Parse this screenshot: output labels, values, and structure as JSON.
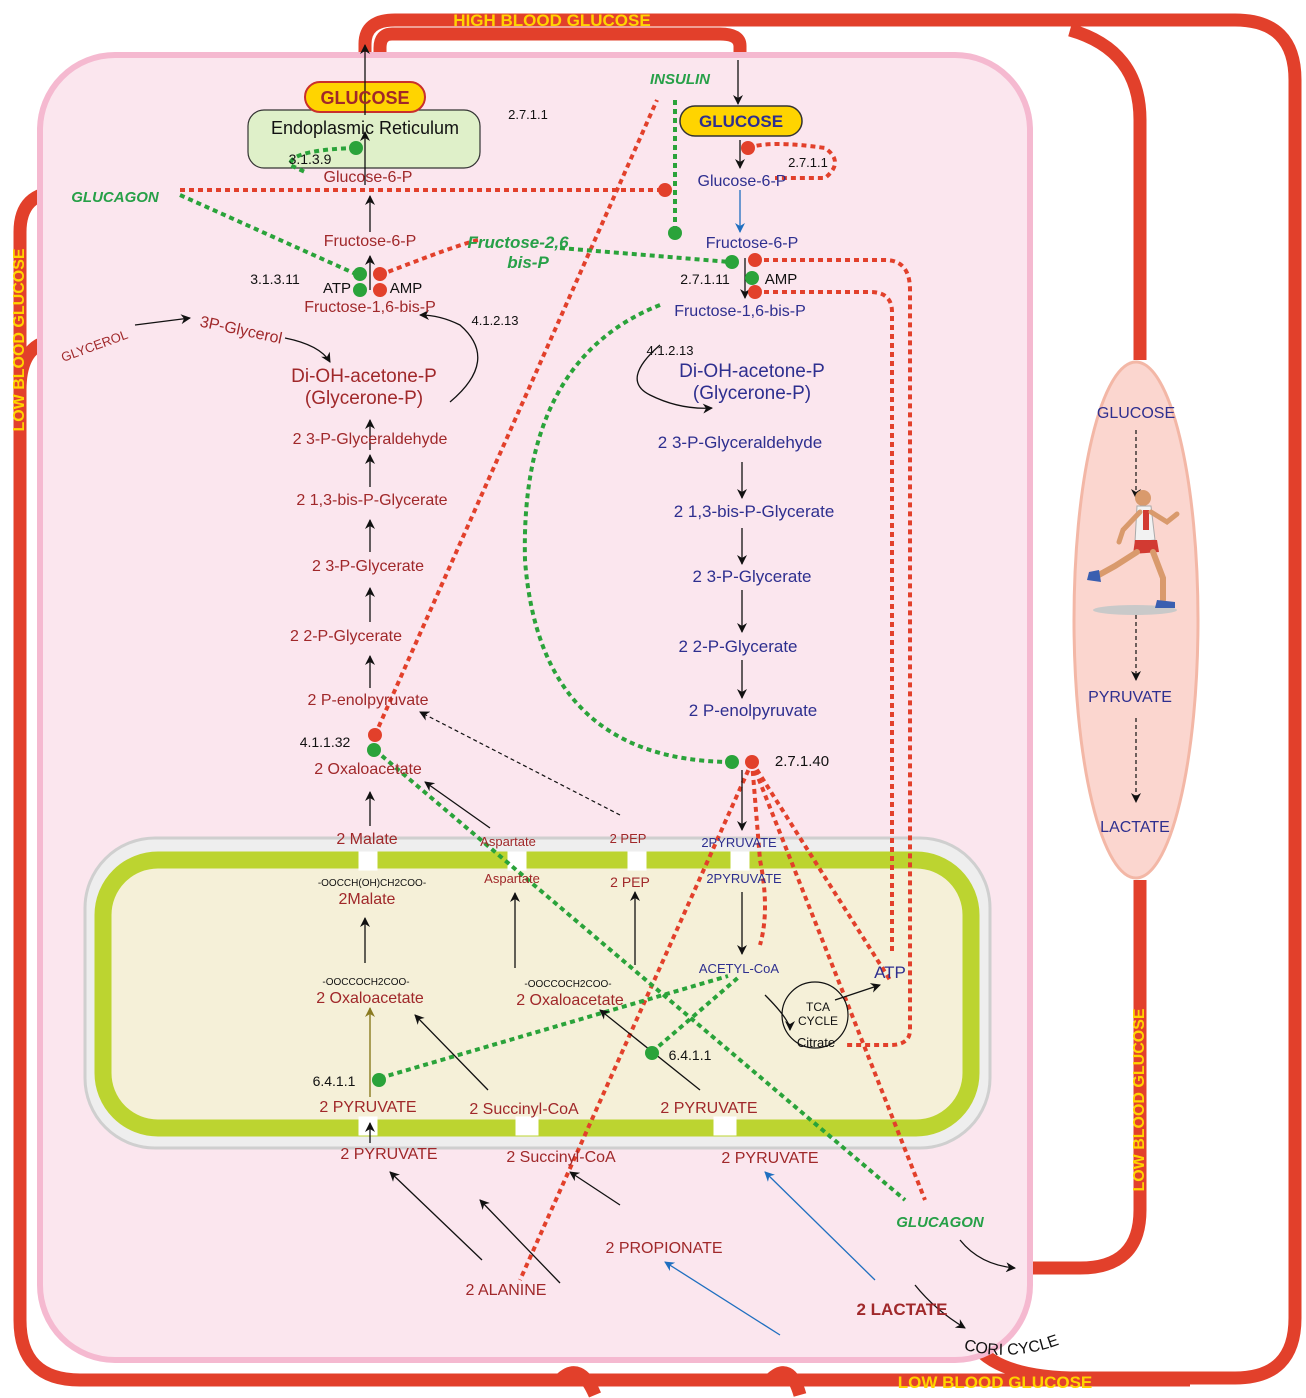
{
  "colors": {
    "blood_loop": "#e2402b",
    "cell": "#fbe6ee",
    "cell_border": "#f5b9d0",
    "mito_green": "#bcd430",
    "mito_fill": "#f5f0d8",
    "label_yellow": "#ffd400",
    "gluconeo_text": "#a0282a",
    "glycolysis_text": "#2e2f8f",
    "hormone_green": "#27a048",
    "muscle_fill": "#fbd6cf"
  },
  "icons": {
    "runner": "runner-figure-icon",
    "activator": "green-dot-icon",
    "inhibitor": "red-dot-icon"
  },
  "loop_labels": {
    "high_blood_glucose": "HIGH BLOOD GLUCOSE",
    "low_blood_glucose_left": "LOW BLOOD GLUCOSE",
    "low_blood_glucose_right": "LOW BLOOD GLUCOSE",
    "low_blood_glucose_bottom": "LOW BLOOD GLUCOSE",
    "cori_cycle": "CORI CYCLE"
  },
  "hormones": {
    "insulin": "INSULIN",
    "glucagon_left": "GLUCAGON",
    "glucagon_bottom": "GLUCAGON",
    "f26bp_line1": "Fructose-2,6",
    "f26bp_line2": "bis-P"
  },
  "gluconeogenesis": {
    "glucose": "GLUCOSE",
    "er": "Endoplasmic  Reticulum",
    "g6p": "Glucose-6-P",
    "f6p": "Fructose-6-P",
    "f16bp": "Fructose-1,6-bis-P",
    "atp": "ATP",
    "amp": "AMP",
    "glycerol": "GLYCEROL",
    "p3glycerol": "3P-Glycerol",
    "dhap1": "Di-OH-acetone-P",
    "dhap2": "(Glycerone-P)",
    "g3p": "2  3-P-Glyceraldehyde",
    "bpg": "2  1,3-bis-P-Glycerate",
    "pg3": "2  3-P-Glycerate",
    "pg2": "2  2-P-Glycerate",
    "pep": "2  P-enolpyruvate",
    "oaa": "2  Oxaloacetate",
    "malate": "2 Malate",
    "aspartate_out": "Aspartate",
    "pep_out": "2 PEP"
  },
  "glycolysis": {
    "glucose": "GLUCOSE",
    "g6p": "Glucose-6-P",
    "f6p": "Fructose-6-P",
    "amp": "AMP",
    "f16bp": "Fructose-1,6-bis-P",
    "dhap1": "Di-OH-acetone-P",
    "dhap2": "(Glycerone-P)",
    "g3p": "2  3-P-Glyceraldehyde",
    "bpg": "2  1,3-bis-P-Glycerate",
    "pg3": "2  3-P-Glycerate",
    "pg2": "2  2-P-Glycerate",
    "pep": "2  P-enolpyruvate",
    "pyruvate_out": "2PYRUVATE"
  },
  "enzymes": {
    "e3139": "3.1.3.9",
    "e2711_top": "2.7.1.1",
    "e2711_right": "2.7.1.1",
    "e31311": "3.1.3.11",
    "e27111": "2.7.1.11",
    "e41213_left": "4.1.2.13",
    "e41213_right": "4.1.2.13",
    "e41132": "4.1.1.32",
    "e27140": "2.7.1.40",
    "e6411_left": "6.4.1.1",
    "e6411_right": "6.4.1.1"
  },
  "mitochondrion": {
    "malate_formula": "-OOCCH(OH)CH2COO-",
    "malate": "2Malate",
    "aspartate": "Aspartate",
    "pep": "2 PEP",
    "pyruvate_in": "2PYRUVATE",
    "oaa_formula_left": "-OOCCOCH2COO-",
    "oaa_left": "2  Oxaloacetate",
    "oaa_formula_right": "-OOCCOCH2COO-",
    "oaa_right": "2 Oxaloacetate",
    "acetyl_coa": "ACETYL-CoA",
    "atp": "ATP",
    "tca1": "TCA",
    "tca2": "CYCLE",
    "citrate": "Citrate",
    "pyruvate_left": "2  PYRUVATE",
    "succinyl": "2 Succinyl-CoA",
    "pyruvate_right": "2 PYRUVATE"
  },
  "cytosol_bottom": {
    "pyruvate_left": "2  PYRUVATE",
    "succinyl": "2 Succinyl-CoA",
    "pyruvate_right": "2 PYRUVATE",
    "propionate": "2 PROPIONATE",
    "alanine": "2 ALANINE",
    "lactate": "2 LACTATE"
  },
  "muscle": {
    "glucose": "GLUCOSE",
    "pyruvate": "PYRUVATE",
    "lactate": "LACTATE"
  }
}
